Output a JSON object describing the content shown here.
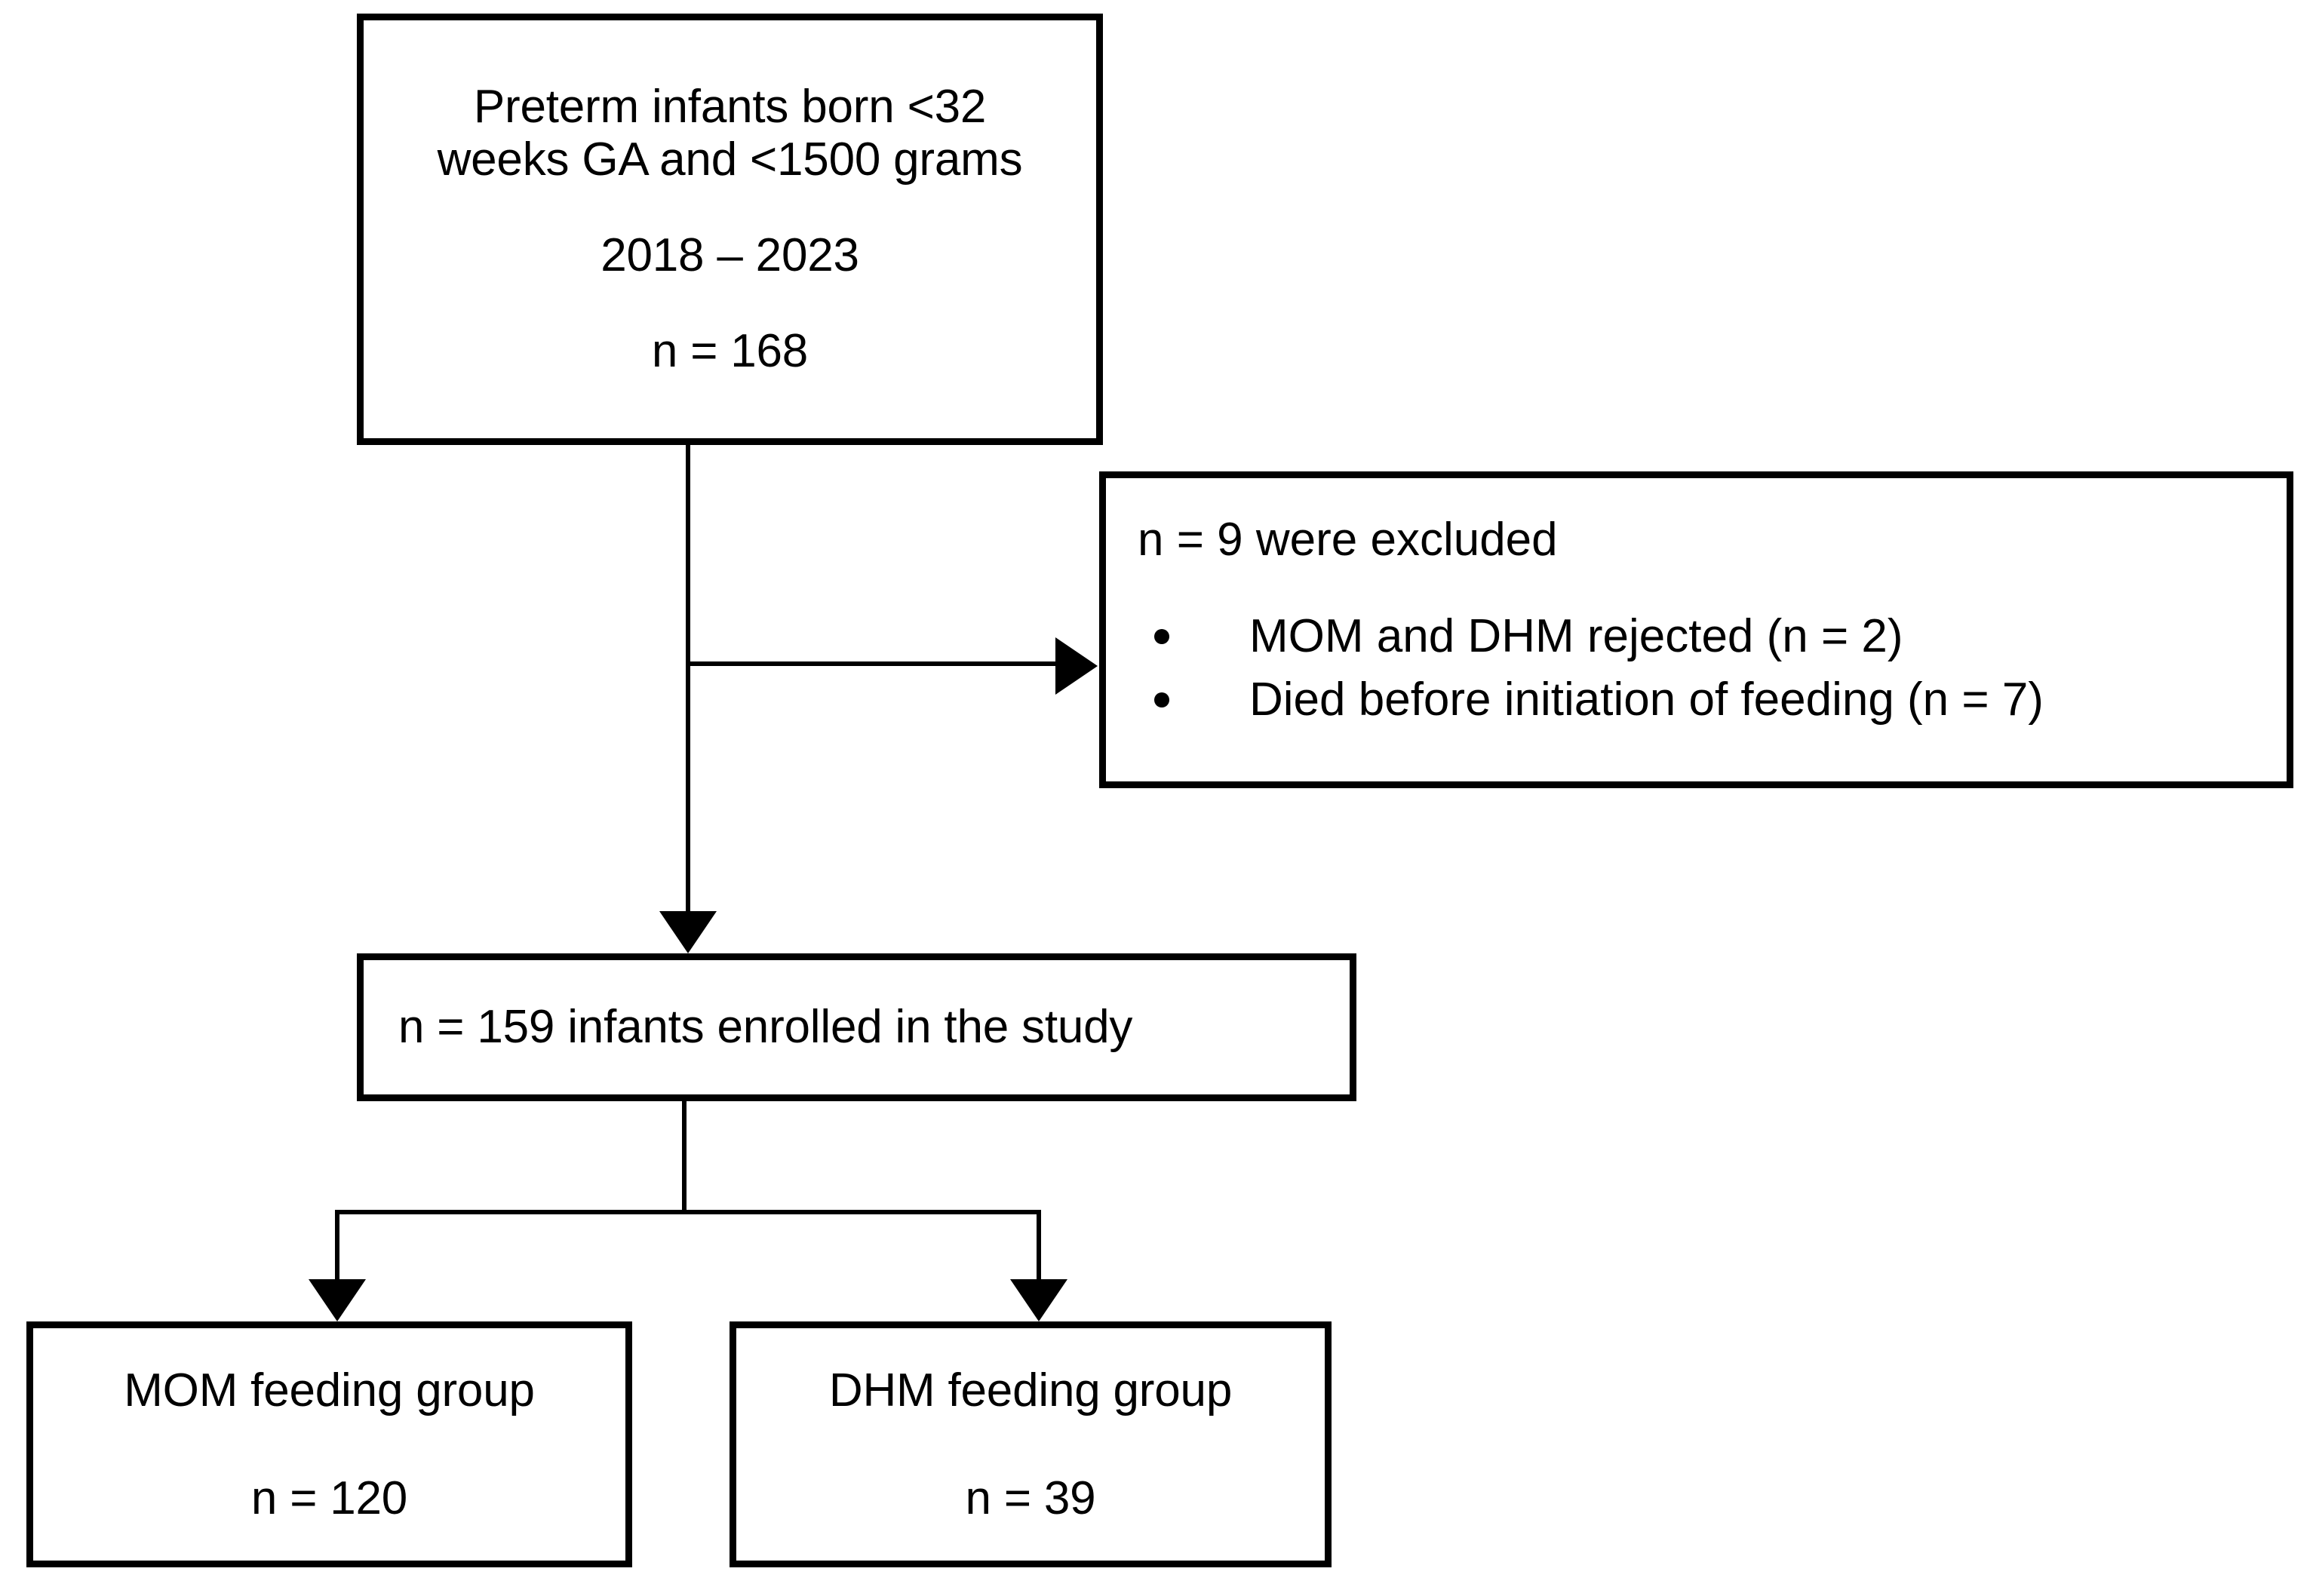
{
  "diagram": {
    "title": "Study participant flow diagram",
    "colors": {
      "background": "#ffffff",
      "stroke": "#000000",
      "text": "#000000"
    },
    "nodes": {
      "screened": {
        "line1": "Preterm infants born <32",
        "line2": "weeks GA and <1500 grams",
        "line3": "2018 – 2023",
        "line4": "n = 168"
      },
      "excluded": {
        "title": "n = 9 were excluded",
        "items": [
          "MOM and DHM rejected (n = 2)",
          "Died before initiation of feeding (n = 7)"
        ]
      },
      "enrolled": {
        "line1": "n = 159 infants enrolled in the study"
      },
      "mom_group": {
        "line1": "MOM feeding group",
        "line2": "n = 120"
      },
      "dhm_group": {
        "line1": "DHM feeding group",
        "line2": "n = 39"
      }
    },
    "connectors": {
      "screened_to_enrolled": "arrow-down",
      "screened_to_excluded": "arrow-right",
      "enrolled_to_mom": "arrow-down",
      "enrolled_to_dhm": "arrow-down"
    }
  },
  "chart_data": {
    "type": "flowchart",
    "title": "Preterm infant feeding study enrollment flow",
    "nodes": [
      {
        "id": "screened",
        "label": "Preterm infants born <32 weeks GA and <1500 grams 2018 – 2023",
        "n": 168
      },
      {
        "id": "excluded",
        "label": "n = 9 were excluded",
        "n": 9,
        "reasons": [
          {
            "label": "MOM and DHM rejected",
            "n": 2
          },
          {
            "label": "Died before initiation of feeding",
            "n": 7
          }
        ]
      },
      {
        "id": "enrolled",
        "label": "n = 159 infants enrolled in the study",
        "n": 159
      },
      {
        "id": "mom_group",
        "label": "MOM feeding group",
        "n": 120
      },
      {
        "id": "dhm_group",
        "label": "DHM feeding group",
        "n": 39
      }
    ],
    "edges": [
      {
        "from": "screened",
        "to": "excluded",
        "style": "arrow-right"
      },
      {
        "from": "screened",
        "to": "enrolled",
        "style": "arrow-down"
      },
      {
        "from": "enrolled",
        "to": "mom_group",
        "style": "arrow-down"
      },
      {
        "from": "enrolled",
        "to": "dhm_group",
        "style": "arrow-down"
      }
    ]
  }
}
